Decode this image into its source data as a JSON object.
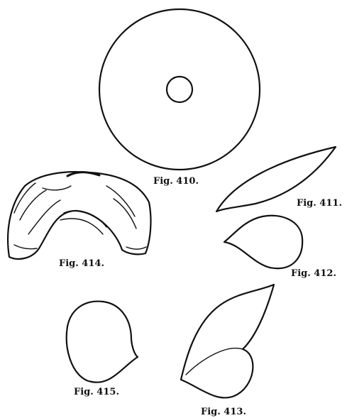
{
  "figures": [
    {
      "id": "410",
      "label": "Fig. 410."
    },
    {
      "id": "411",
      "label": "Fig. 411."
    },
    {
      "id": "412",
      "label": "Fig. 412."
    },
    {
      "id": "413",
      "label": "Fig. 413."
    },
    {
      "id": "414",
      "label": "Fig. 414."
    },
    {
      "id": "415",
      "label": "Fig. 415."
    }
  ],
  "colors": {
    "ink": "#111111",
    "paper": "#ffffff"
  }
}
